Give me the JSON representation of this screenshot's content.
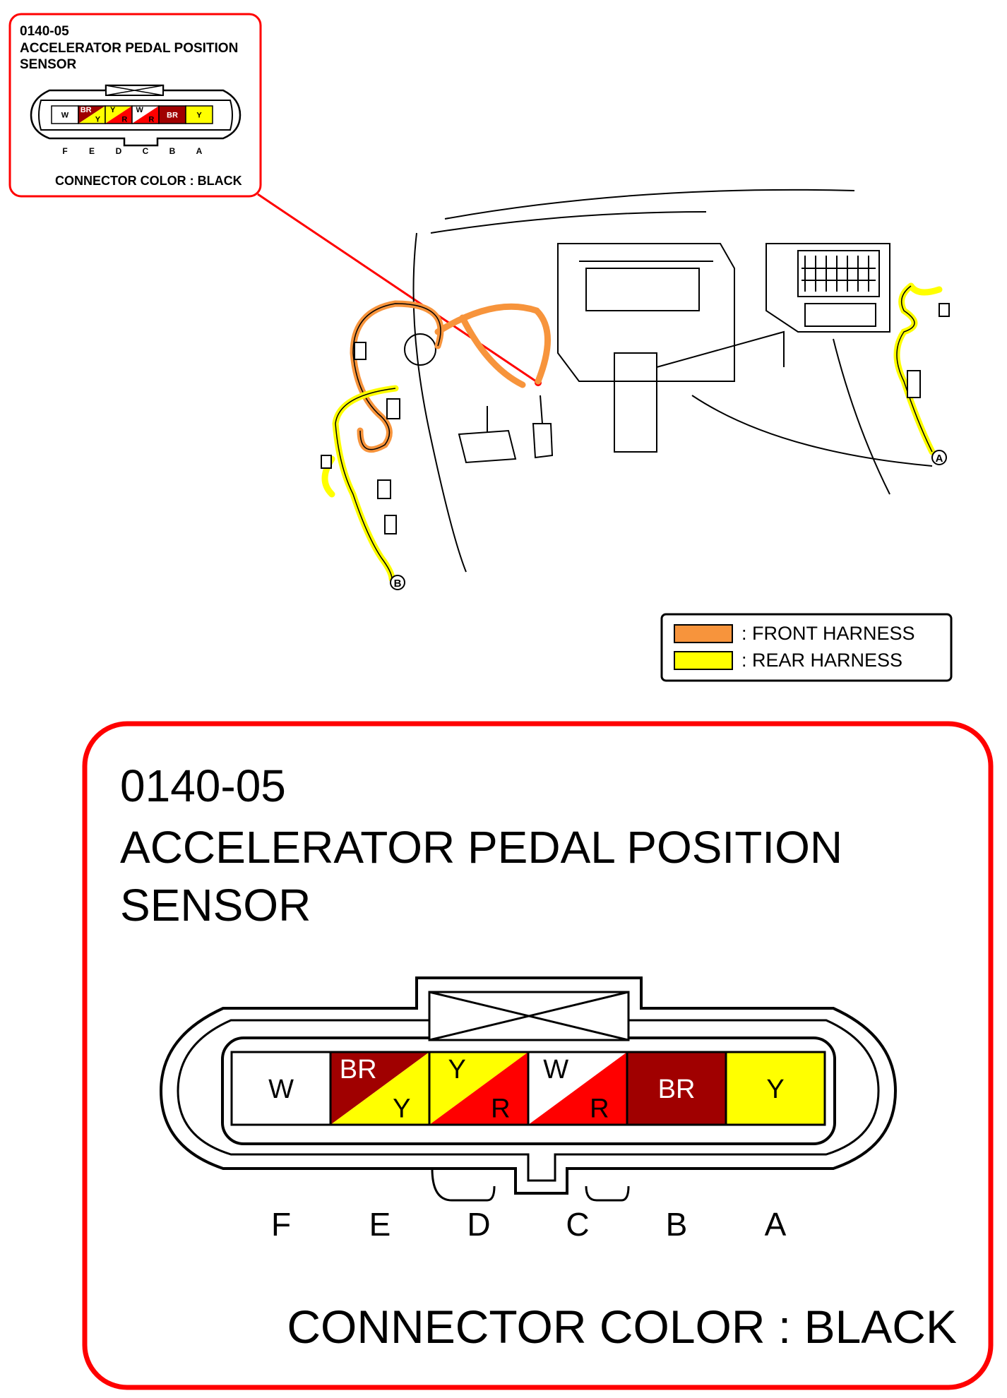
{
  "connector": {
    "code": "0140-05",
    "name_line1": "ACCELERATOR PEDAL POSITION",
    "name_line2": "SENSOR",
    "connector_color": "CONNECTOR COLOR : BLACK",
    "pins": [
      {
        "letter": "F",
        "wire": "W",
        "colors": [
          "#ffffff"
        ]
      },
      {
        "letter": "E",
        "wire1": "BR",
        "wire2": "Y",
        "colors": [
          "#a00000",
          "#ffff00"
        ]
      },
      {
        "letter": "D",
        "wire1": "Y",
        "wire2": "R",
        "colors": [
          "#ffff00",
          "#ff0000"
        ]
      },
      {
        "letter": "C",
        "wire1": "W",
        "wire2": "R",
        "colors": [
          "#ffffff",
          "#ff0000"
        ]
      },
      {
        "letter": "B",
        "wire": "BR",
        "colors": [
          "#a00000"
        ]
      },
      {
        "letter": "A",
        "wire": "Y",
        "colors": [
          "#ffff00"
        ]
      }
    ]
  },
  "legend": {
    "front_label": ": FRONT HARNESS",
    "rear_label": ": REAR HARNESS",
    "front_color": "#f7943c",
    "rear_color": "#ffff00"
  },
  "markers": {
    "a": "A",
    "b": "B"
  },
  "colors": {
    "callout_border": "#ff0000"
  }
}
